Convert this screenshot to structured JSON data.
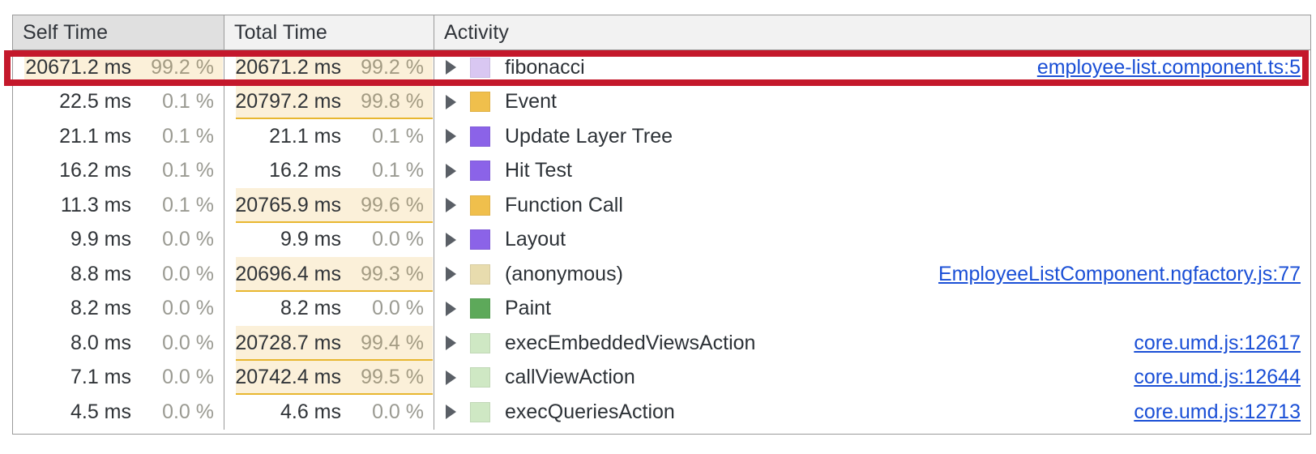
{
  "panel": {
    "name": "bottom-up-performance-tree"
  },
  "columns": [
    {
      "key": "self",
      "label": "Self Time",
      "sorted": true
    },
    {
      "key": "total",
      "label": "Total Time",
      "sorted": false
    },
    {
      "key": "activity",
      "label": "Activity",
      "sorted": false
    }
  ],
  "colors": {
    "highlight_bar": "#fbf0d9",
    "highlight_underline": "#e8b730",
    "link": "#1a4fd6",
    "annotation_box": "#c4182b",
    "header_sorted_bg": "#e0e0e0",
    "header_bg": "#f2f2f2",
    "swatch_scripting": "#f0bf4c",
    "swatch_rendering": "#8b63e8",
    "swatch_painting": "#5da95a",
    "swatch_fibonacci": "#d9c7f2",
    "swatch_anonymous": "#e8dcae",
    "swatch_action": "#cfe8c4"
  },
  "annotation": {
    "name": "red-highlight-box",
    "target_row_index": 0
  },
  "rows": [
    {
      "self_ms": "20671.2 ms",
      "self_pct": "99.2 %",
      "self_highlight": true,
      "self_full": true,
      "total_ms": "20671.2 ms",
      "total_pct": "99.2 %",
      "total_highlight": true,
      "total_full": true,
      "activity": "fibonacci",
      "swatch": "#d9c7f2",
      "swatch_name": "color-swatch-fibonacci",
      "link": "employee-list.component.ts:5"
    },
    {
      "self_ms": "22.5 ms",
      "self_pct": "0.1 %",
      "self_highlight": false,
      "self_full": false,
      "total_ms": "20797.2 ms",
      "total_pct": "99.8 %",
      "total_highlight": true,
      "total_full": false,
      "activity": "Event",
      "swatch": "#f0bf4c",
      "swatch_name": "color-swatch-scripting",
      "link": ""
    },
    {
      "self_ms": "21.1 ms",
      "self_pct": "0.1 %",
      "self_highlight": false,
      "self_full": false,
      "total_ms": "21.1 ms",
      "total_pct": "0.1 %",
      "total_highlight": false,
      "total_full": false,
      "activity": "Update Layer Tree",
      "swatch": "#8b63e8",
      "swatch_name": "color-swatch-rendering",
      "link": ""
    },
    {
      "self_ms": "16.2 ms",
      "self_pct": "0.1 %",
      "self_highlight": false,
      "self_full": false,
      "total_ms": "16.2 ms",
      "total_pct": "0.1 %",
      "total_highlight": false,
      "total_full": false,
      "activity": "Hit Test",
      "swatch": "#8b63e8",
      "swatch_name": "color-swatch-rendering",
      "link": ""
    },
    {
      "self_ms": "11.3 ms",
      "self_pct": "0.1 %",
      "self_highlight": false,
      "self_full": false,
      "total_ms": "20765.9 ms",
      "total_pct": "99.6 %",
      "total_highlight": true,
      "total_full": false,
      "activity": "Function Call",
      "swatch": "#f0bf4c",
      "swatch_name": "color-swatch-scripting",
      "link": ""
    },
    {
      "self_ms": "9.9 ms",
      "self_pct": "0.0 %",
      "self_highlight": false,
      "self_full": false,
      "total_ms": "9.9 ms",
      "total_pct": "0.0 %",
      "total_highlight": false,
      "total_full": false,
      "activity": "Layout",
      "swatch": "#8b63e8",
      "swatch_name": "color-swatch-rendering",
      "link": ""
    },
    {
      "self_ms": "8.8 ms",
      "self_pct": "0.0 %",
      "self_highlight": false,
      "self_full": false,
      "total_ms": "20696.4 ms",
      "total_pct": "99.3 %",
      "total_highlight": true,
      "total_full": false,
      "activity": "(anonymous)",
      "swatch": "#e8dcae",
      "swatch_name": "color-swatch-anonymous",
      "link": "EmployeeListComponent.ngfactory.js:77"
    },
    {
      "self_ms": "8.2 ms",
      "self_pct": "0.0 %",
      "self_highlight": false,
      "self_full": false,
      "total_ms": "8.2 ms",
      "total_pct": "0.0 %",
      "total_highlight": false,
      "total_full": false,
      "activity": "Paint",
      "swatch": "#5da95a",
      "swatch_name": "color-swatch-painting",
      "link": ""
    },
    {
      "self_ms": "8.0 ms",
      "self_pct": "0.0 %",
      "self_highlight": false,
      "self_full": false,
      "total_ms": "20728.7 ms",
      "total_pct": "99.4 %",
      "total_highlight": true,
      "total_full": false,
      "activity": "execEmbeddedViewsAction",
      "swatch": "#cfe8c4",
      "swatch_name": "color-swatch-action",
      "link": "core.umd.js:12617"
    },
    {
      "self_ms": "7.1 ms",
      "self_pct": "0.0 %",
      "self_highlight": false,
      "self_full": false,
      "total_ms": "20742.4 ms",
      "total_pct": "99.5 %",
      "total_highlight": true,
      "total_full": false,
      "activity": "callViewAction",
      "swatch": "#cfe8c4",
      "swatch_name": "color-swatch-action",
      "link": "core.umd.js:12644"
    },
    {
      "self_ms": "4.5 ms",
      "self_pct": "0.0 %",
      "self_highlight": false,
      "self_full": false,
      "total_ms": "4.6 ms",
      "total_pct": "0.0 %",
      "total_highlight": false,
      "total_full": false,
      "activity": "execQueriesAction",
      "swatch": "#cfe8c4",
      "swatch_name": "color-swatch-action",
      "link": "core.umd.js:12713"
    }
  ]
}
